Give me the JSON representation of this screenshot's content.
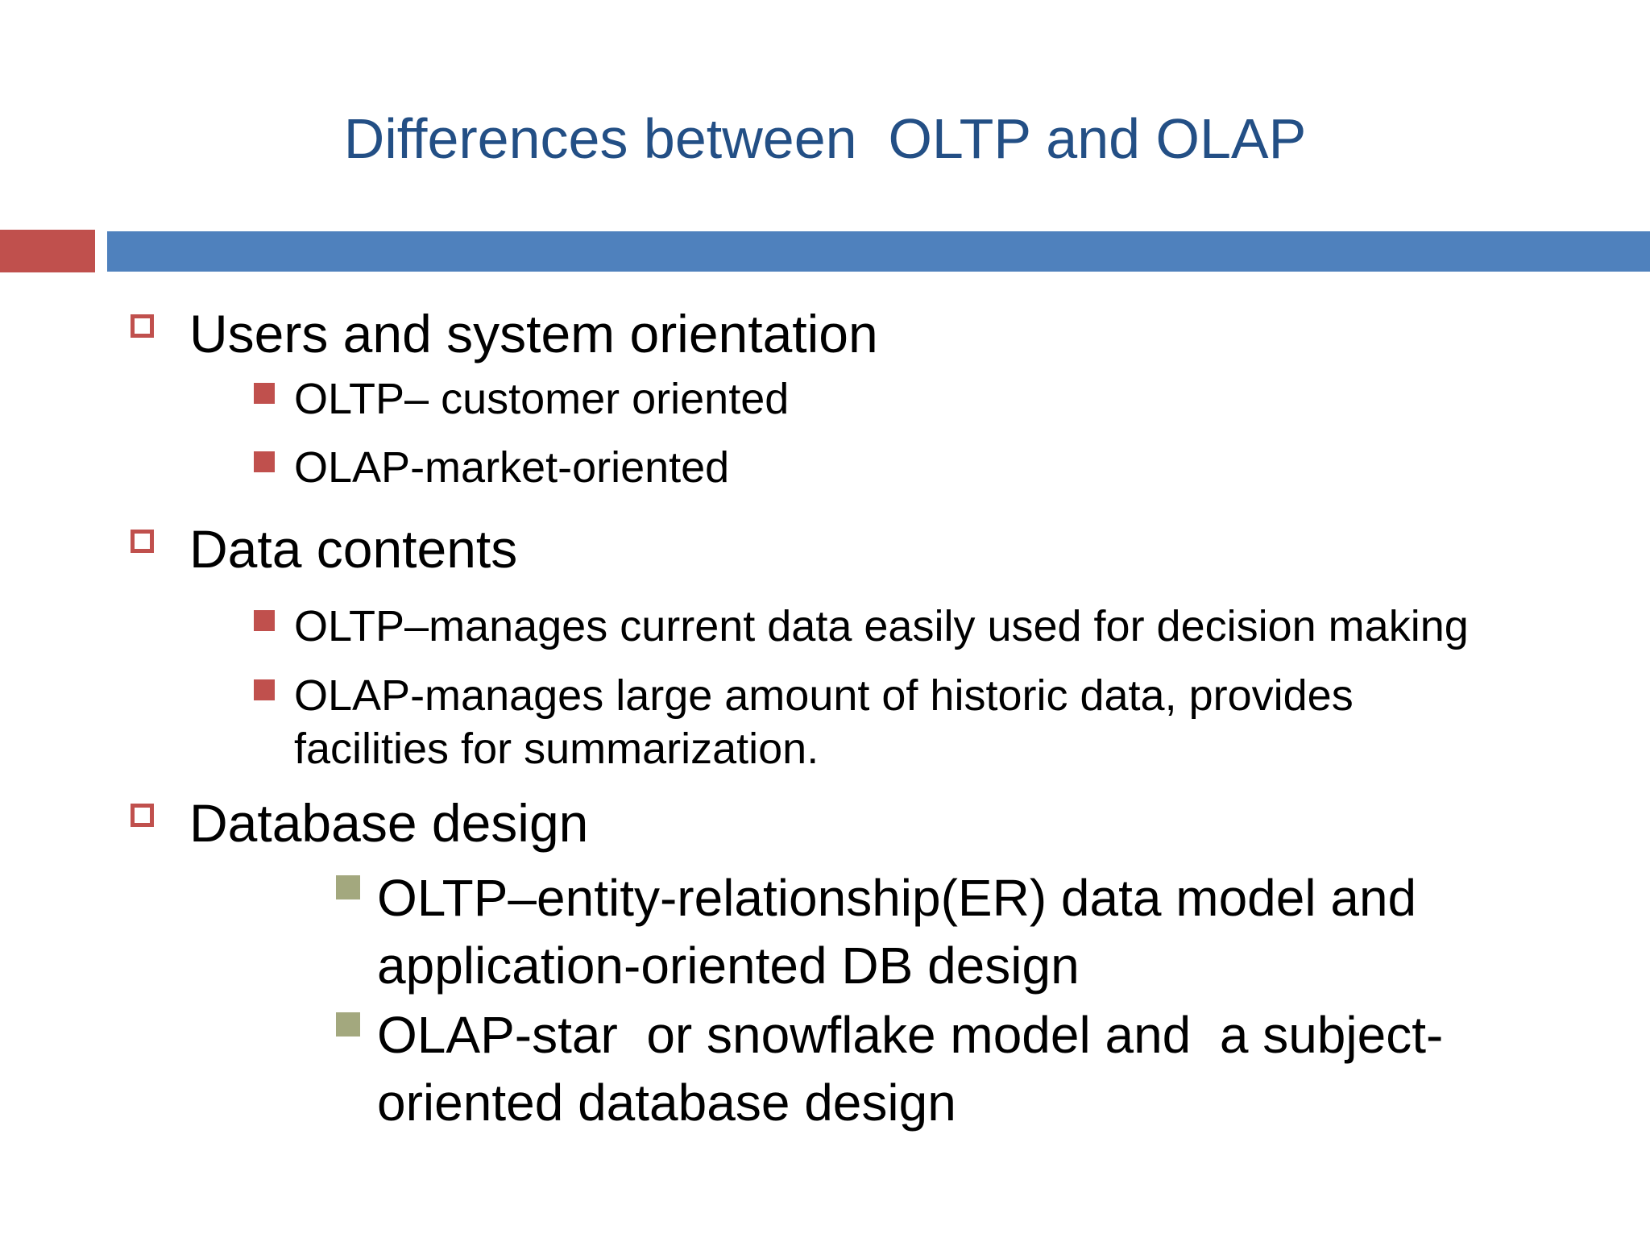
{
  "slide": {
    "title": "Differences between  OLTP and OLAP",
    "colors": {
      "title_text": "#234F85",
      "bar_blue": "#4F81BD",
      "accent_red": "#C0504D",
      "bullet_olive": "#A3A87E",
      "body_text": "#000000",
      "background": "#FFFFFF"
    },
    "sections": [
      {
        "heading": "Users and system orientation",
        "items": [
          {
            "text": "OLTP– customer oriented"
          },
          {
            "text": "OLAP-market-oriented"
          }
        ]
      },
      {
        "heading": "Data contents",
        "items": [
          {
            "text": "OLTP–manages current data easily used for decision making"
          },
          {
            "text": "OLAP-manages large amount of historic data, provides\nfacilities for summarization."
          }
        ]
      },
      {
        "heading": "Database design",
        "items": [
          {
            "text": "OLTP–entity-relationship(ER) data model and\napplication-oriented DB design"
          },
          {
            "text": "OLAP-star  or snowflake model and  a subject-\noriented database design"
          }
        ]
      }
    ]
  }
}
